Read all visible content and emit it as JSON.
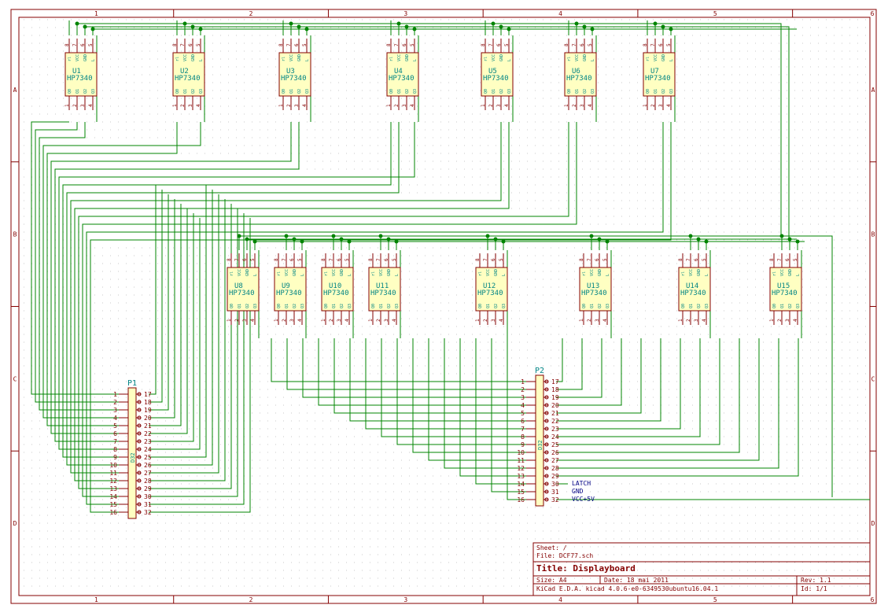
{
  "colors": {
    "border": "#840000",
    "wire": "#008400",
    "part_fill": "#ffffc2",
    "part_outline": "#840000",
    "ref_text": "#008484",
    "pin_text": "#840000",
    "label_text": "#000084",
    "background": "#ffffff",
    "grid": "#c8c8c8"
  },
  "frame": {
    "columns": [
      "1",
      "2",
      "3",
      "4",
      "5",
      "6"
    ],
    "rows": [
      "A",
      "B",
      "C",
      "D"
    ]
  },
  "displays": {
    "value": "HP7340",
    "top_pins": [
      "8",
      "7",
      "6",
      "5"
    ],
    "bottom_pins": [
      "1",
      "2",
      "3",
      "4"
    ],
    "inner_top": [
      "rl",
      "VCC",
      "GND",
      "L"
    ],
    "inner_bottom": [
      "Q0",
      "Q1",
      "Q2",
      "Q3"
    ],
    "row1": [
      "U1",
      "U2",
      "U3",
      "U4",
      "U5",
      "U6",
      "U7"
    ],
    "row2": [
      "U8",
      "U9",
      "U10",
      "U11",
      "U12",
      "U13",
      "U14",
      "U15"
    ]
  },
  "connectors": [
    {
      "ref": "P1",
      "value": "D32",
      "left_pins": [
        "1",
        "2",
        "3",
        "4",
        "5",
        "6",
        "7",
        "8",
        "9",
        "10",
        "11",
        "12",
        "13",
        "14",
        "15",
        "16"
      ],
      "right_pins": [
        "17",
        "18",
        "19",
        "20",
        "21",
        "22",
        "23",
        "24",
        "25",
        "26",
        "27",
        "28",
        "29",
        "30",
        "31",
        "32"
      ]
    },
    {
      "ref": "P2",
      "value": "D32",
      "left_pins": [
        "1",
        "2",
        "3",
        "4",
        "5",
        "6",
        "7",
        "8",
        "9",
        "10",
        "11",
        "12",
        "13",
        "14",
        "15",
        "16"
      ],
      "right_pins": [
        "17",
        "18",
        "19",
        "20",
        "21",
        "22",
        "23",
        "24",
        "25",
        "26",
        "27",
        "28",
        "29",
        "30",
        "31",
        "32"
      ]
    }
  ],
  "net_labels": [
    "LATCH",
    "GND",
    "VCC+5V"
  ],
  "title_block": {
    "sheet": "Sheet: /",
    "file": "File: DCF77.sch",
    "title": "Title: Displayboard",
    "size": "Size: A4",
    "date": "Date: 18 mai 2011",
    "rev": "Rev: 1.1",
    "tool": "KiCad E.D.A.  kicad 4.0.6-e0-6349530ubuntu16.04.1",
    "id": "Id: 1/1"
  }
}
